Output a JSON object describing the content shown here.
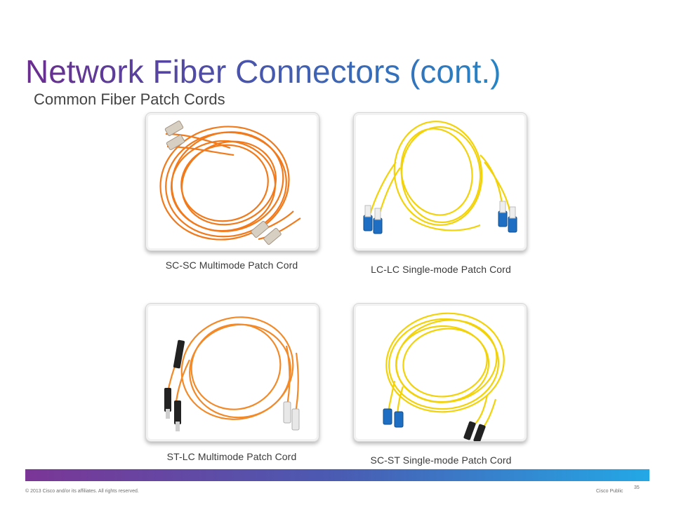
{
  "slide": {
    "title": "Network Fiber Connectors (cont.)",
    "subtitle": "Common Fiber Patch Cords"
  },
  "cords": [
    {
      "caption": "SC-SC Multimode Patch Cord",
      "cable_color": "#f07a1c"
    },
    {
      "caption": "LC-LC Single-mode Patch Cord",
      "cable_color": "#f2d20a"
    },
    {
      "caption": "ST-LC Multimode Patch Cord",
      "cable_color": "#f28a2a"
    },
    {
      "caption": "SC-ST Single-mode Patch Cord",
      "cable_color": "#f2d20a"
    }
  ],
  "footer": {
    "copyright": "© 2013 Cisco and/or its affiliates. All rights reserved.",
    "classification": "Cisco Public",
    "page_number": "35"
  },
  "colors": {
    "title_gradient_start": "#6a2d8e",
    "title_gradient_end": "#2585c6",
    "footer_bar_start": "#7b3696",
    "footer_bar_end": "#23a8e6"
  }
}
